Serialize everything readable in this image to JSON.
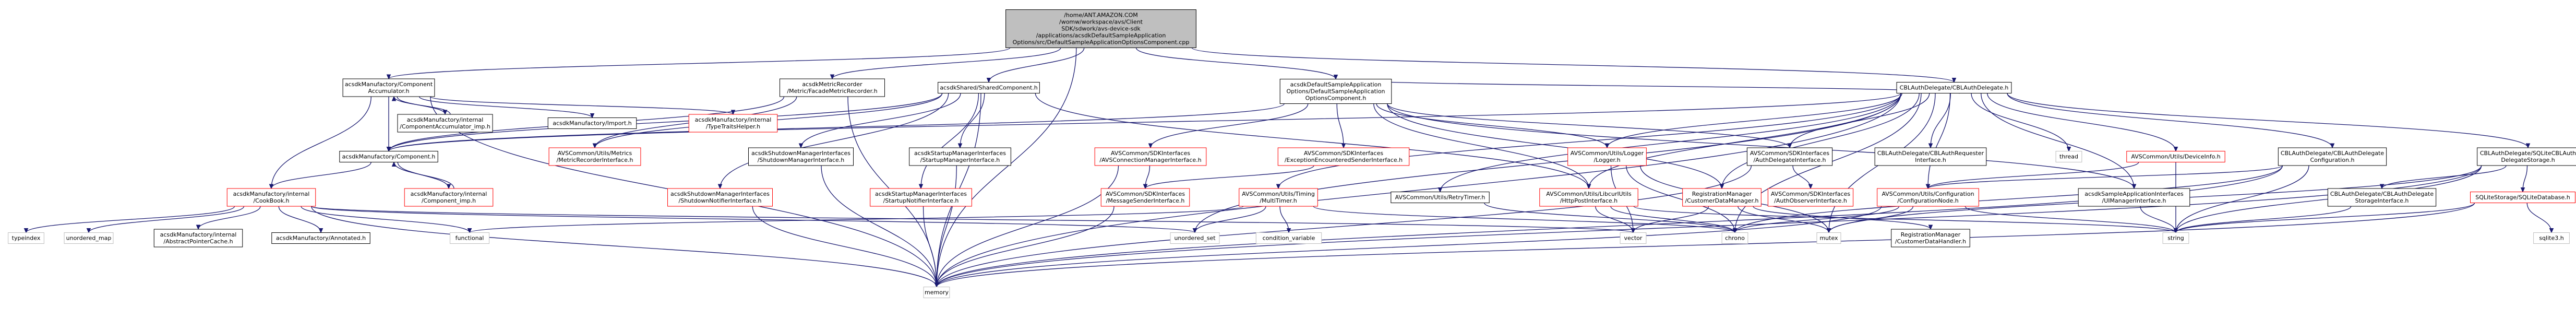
{
  "colors": {
    "node_fill": "#ffffff",
    "node_stroke": "#000000",
    "root_fill": "#bfbfbf",
    "external_fill": "#ffffff",
    "external_stroke": "#bfbfbf",
    "unresolved_stroke": "#ff0000",
    "text": "#000000",
    "edge": "#191970"
  },
  "nodes": [
    {
      "id": "root",
      "root": true,
      "lines": [
        "/home/ANT.AMAZON.COM",
        "/womw/workspace/avs/Client",
        "SDK/sdwork/avs-device-sdk",
        "/applications/acsdkDefaultSampleApplication",
        "Options/src/DefaultSampleApplicationOptionsComponent.cpp"
      ]
    },
    {
      "id": "comp_acc",
      "lines": [
        "acsdkManufactory/Component",
        "Accumulator.h"
      ]
    },
    {
      "id": "metric",
      "lines": [
        "acsdkMetricRecorder",
        "/Metric/FacadeMetricRecorder.h"
      ]
    },
    {
      "id": "shared",
      "lines": [
        "acsdkShared/SharedComponent.h"
      ]
    },
    {
      "id": "defopts",
      "lines": [
        "acsdkDefaultSampleApplication",
        "Options/DefaultSampleApplication",
        "OptionsComponent.h"
      ]
    },
    {
      "id": "cbl",
      "lines": [
        "CBLAuthDelegate/CBLAuthDelegate.h"
      ]
    },
    {
      "id": "comp_acc_imp",
      "lines": [
        "acsdkManufactory/internal",
        "/ComponentAccumulator_imp.h"
      ]
    },
    {
      "id": "import",
      "lines": [
        "acsdkManufactory/Import.h"
      ]
    },
    {
      "id": "typeindexh",
      "unresolved": true,
      "lines": [
        "acsdkManufactory/internal",
        "/TypeTraitsHelper.h"
      ]
    },
    {
      "id": "component",
      "lines": [
        "acsdkManufactory/Component.h"
      ]
    },
    {
      "id": "metrics",
      "unresolved": true,
      "lines": [
        "AVSCommon/Utils/Metrics",
        "/MetricRecorderInterface.h"
      ]
    },
    {
      "id": "shutdownmgr",
      "lines": [
        "acsdkShutdownManagerInterfaces",
        "/ShutdownManagerInterface.h"
      ]
    },
    {
      "id": "startupmgr",
      "lines": [
        "acsdkStartupManagerInterfaces",
        "/StartupManagerInterface.h"
      ]
    },
    {
      "id": "avsconn",
      "unresolved": true,
      "lines": [
        "AVSCommon/SDKInterfaces",
        "/AVSConnectionManagerInterface.h"
      ]
    },
    {
      "id": "exception",
      "unresolved": true,
      "lines": [
        "AVSCommon/SDKInterfaces",
        "/ExceptionEncounteredSenderInterface.h"
      ]
    },
    {
      "id": "logger",
      "unresolved": true,
      "lines": [
        "AVSCommon/Utils/Logger",
        "/Logger.h"
      ]
    },
    {
      "id": "authdel",
      "lines": [
        "AVSCommon/SDKInterfaces",
        "/AuthDelegateInterface.h"
      ]
    },
    {
      "id": "cblreq",
      "lines": [
        "CBLAuthDelegate/CBLAuthRequester",
        "Interface.h"
      ]
    },
    {
      "id": "thread",
      "external": true,
      "lines": [
        "thread"
      ]
    },
    {
      "id": "deviceinfo",
      "unresolved": true,
      "lines": [
        "AVSCommon/Utils/DeviceInfo.h"
      ]
    },
    {
      "id": "cblconf",
      "lines": [
        "CBLAuthDelegate/CBLAuthDelegate",
        "Configuration.h"
      ]
    },
    {
      "id": "sqlstorage",
      "lines": [
        "CBLAuthDelegate/SQLiteCBLAuth",
        "DelegateStorage.h"
      ]
    },
    {
      "id": "cookbook",
      "unresolved": true,
      "lines": [
        "acsdkManufactory/internal",
        "/CookBook.h"
      ]
    },
    {
      "id": "component_imp",
      "unresolved": true,
      "lines": [
        "acsdkManufactory/internal",
        "/Component_imp.h"
      ]
    },
    {
      "id": "shutdownnot",
      "unresolved": true,
      "lines": [
        "acsdkShutdownManagerInterfaces",
        "/ShutdownNotifierInterface.h"
      ]
    },
    {
      "id": "startupnot",
      "unresolved": true,
      "lines": [
        "acsdkStartupManagerInterfaces",
        "/StartupNotifierInterface.h"
      ]
    },
    {
      "id": "msgsender",
      "unresolved": true,
      "lines": [
        "AVSCommon/SDKInterfaces",
        "/MessageSenderInterface.h"
      ]
    },
    {
      "id": "multitimer",
      "unresolved": true,
      "lines": [
        "AVSCommon/Utils/Timing",
        "/MultiTimer.h"
      ]
    },
    {
      "id": "retry",
      "lines": [
        "AVSCommon/Utils/RetryTimer.h"
      ]
    },
    {
      "id": "httppost",
      "unresolved": true,
      "lines": [
        "AVSCommon/Utils/LibcurlUtils",
        "/HttpPostInterface.h"
      ]
    },
    {
      "id": "regmgr",
      "unresolved": true,
      "lines": [
        "RegistrationManager",
        "/CustomerDataManager.h"
      ]
    },
    {
      "id": "authobs",
      "unresolved": true,
      "lines": [
        "AVSCommon/SDKInterfaces",
        "/AuthObserverInterface.h"
      ]
    },
    {
      "id": "confignode",
      "unresolved": true,
      "lines": [
        "AVSCommon/Utils/Configuration",
        "/ConfigurationNode.h"
      ]
    },
    {
      "id": "uimgr",
      "lines": [
        "acsdkSampleApplicationInterfaces",
        "/UIManagerInterface.h"
      ]
    },
    {
      "id": "cblstorage",
      "lines": [
        "CBLAuthDelegate/CBLAuthDelegate",
        "StorageInterface.h"
      ]
    },
    {
      "id": "sqlitedb",
      "unresolved": true,
      "lines": [
        "SQLiteStorage/SQLiteDatabase.h"
      ]
    },
    {
      "id": "typeindex",
      "external": true,
      "lines": [
        "typeindex"
      ]
    },
    {
      "id": "unordered_map",
      "external": true,
      "lines": [
        "unordered_map"
      ]
    },
    {
      "id": "abspc",
      "lines": [
        "acsdkManufactory/internal",
        "/AbstractPointerCache.h"
      ]
    },
    {
      "id": "annotated",
      "lines": [
        "acsdkManufactory/Annotated.h"
      ]
    },
    {
      "id": "functional",
      "external": true,
      "lines": [
        "functional"
      ]
    },
    {
      "id": "unordered_set",
      "external": true,
      "lines": [
        "unordered_set"
      ]
    },
    {
      "id": "condvar",
      "external": true,
      "lines": [
        "condition_variable"
      ]
    },
    {
      "id": "vector",
      "external": true,
      "lines": [
        "vector"
      ]
    },
    {
      "id": "chrono",
      "external": true,
      "lines": [
        "chrono"
      ]
    },
    {
      "id": "mutex",
      "external": true,
      "lines": [
        "mutex"
      ]
    },
    {
      "id": "customerhandler",
      "lines": [
        "RegistrationManager",
        "/CustomerDataHandler.h"
      ]
    },
    {
      "id": "string",
      "external": true,
      "lines": [
        "string"
      ]
    },
    {
      "id": "sqlite3",
      "external": true,
      "lines": [
        "sqlite3.h"
      ]
    },
    {
      "id": "memory",
      "external": true,
      "lines": [
        "memory"
      ]
    }
  ],
  "edges": [
    [
      "root",
      "comp_acc"
    ],
    [
      "root",
      "metric"
    ],
    [
      "root",
      "shared"
    ],
    [
      "root",
      "defopts"
    ],
    [
      "root",
      "cbl"
    ],
    [
      "root",
      "memory"
    ],
    [
      "comp_acc",
      "comp_acc_imp"
    ],
    [
      "comp_acc",
      "import"
    ],
    [
      "comp_acc",
      "typeindexh"
    ],
    [
      "comp_acc",
      "component"
    ],
    [
      "comp_acc",
      "cookbook"
    ],
    [
      "comp_acc",
      "memory"
    ],
    [
      "comp_acc_imp",
      "comp_acc"
    ],
    [
      "metric",
      "component"
    ],
    [
      "metric",
      "metrics"
    ],
    [
      "metric",
      "memory"
    ],
    [
      "shared",
      "component"
    ],
    [
      "shared",
      "metrics"
    ],
    [
      "shared",
      "shutdownmgr"
    ],
    [
      "shared",
      "startupmgr"
    ],
    [
      "shared",
      "shutdownnot"
    ],
    [
      "shared",
      "startupnot"
    ],
    [
      "shared",
      "httppost"
    ],
    [
      "shared",
      "memory"
    ],
    [
      "defopts",
      "component"
    ],
    [
      "defopts",
      "avsconn"
    ],
    [
      "defopts",
      "exception"
    ],
    [
      "defopts",
      "logger"
    ],
    [
      "defopts",
      "authdel"
    ],
    [
      "defopts",
      "httppost"
    ],
    [
      "defopts",
      "regmgr"
    ],
    [
      "defopts",
      "uimgr"
    ],
    [
      "defopts",
      "cbl"
    ],
    [
      "cbl",
      "component"
    ],
    [
      "cbl",
      "authdel"
    ],
    [
      "cbl",
      "cblreq"
    ],
    [
      "cbl",
      "thread"
    ],
    [
      "cbl",
      "deviceinfo"
    ],
    [
      "cbl",
      "cblconf"
    ],
    [
      "cbl",
      "sqlstorage"
    ],
    [
      "cbl",
      "retry"
    ],
    [
      "cbl",
      "httppost"
    ],
    [
      "cbl",
      "logger"
    ],
    [
      "cbl",
      "multitimer"
    ],
    [
      "cbl",
      "regmgr"
    ],
    [
      "cbl",
      "confignode"
    ],
    [
      "cbl",
      "uimgr"
    ],
    [
      "cbl",
      "chrono"
    ],
    [
      "cbl",
      "mutex"
    ],
    [
      "cbl",
      "unordered_set"
    ],
    [
      "cbl",
      "memory"
    ],
    [
      "component",
      "component_imp"
    ],
    [
      "component",
      "cookbook"
    ],
    [
      "component_imp",
      "component"
    ],
    [
      "cookbook",
      "typeindex"
    ],
    [
      "cookbook",
      "unordered_map"
    ],
    [
      "cookbook",
      "abspc"
    ],
    [
      "cookbook",
      "annotated"
    ],
    [
      "cookbook",
      "functional"
    ],
    [
      "cookbook",
      "unordered_set"
    ],
    [
      "cookbook",
      "vector"
    ],
    [
      "cookbook",
      "memory"
    ],
    [
      "shutdownmgr",
      "memory"
    ],
    [
      "startupmgr",
      "memory"
    ],
    [
      "shutdownnot",
      "memory"
    ],
    [
      "startupnot",
      "memory"
    ],
    [
      "avsconn",
      "msgsender"
    ],
    [
      "avsconn",
      "memory"
    ],
    [
      "exception",
      "msgsender"
    ],
    [
      "msgsender",
      "memory"
    ],
    [
      "multitimer",
      "functional"
    ],
    [
      "multitimer",
      "condvar"
    ],
    [
      "multitimer",
      "chrono"
    ],
    [
      "multitimer",
      "unordered_set"
    ],
    [
      "retry",
      "chrono"
    ],
    [
      "httppost",
      "chrono"
    ],
    [
      "httppost",
      "vector"
    ],
    [
      "httppost",
      "string"
    ],
    [
      "logger",
      "vector"
    ],
    [
      "logger",
      "chrono"
    ],
    [
      "logger",
      "mutex"
    ],
    [
      "regmgr",
      "customerhandler"
    ],
    [
      "regmgr",
      "mutex"
    ],
    [
      "regmgr",
      "vector"
    ],
    [
      "authdel",
      "authobs"
    ],
    [
      "authdel",
      "memory"
    ],
    [
      "deviceinfo",
      "confignode"
    ],
    [
      "deviceinfo",
      "string"
    ],
    [
      "cblconf",
      "confignode"
    ],
    [
      "cblconf",
      "chrono"
    ],
    [
      "cblconf",
      "string"
    ],
    [
      "cblconf",
      "memory"
    ],
    [
      "confignode",
      "chrono"
    ],
    [
      "confignode",
      "mutex"
    ],
    [
      "confignode",
      "string"
    ],
    [
      "confignode",
      "memory"
    ],
    [
      "uimgr",
      "string"
    ],
    [
      "sqlstorage",
      "cblstorage"
    ],
    [
      "sqlstorage",
      "sqlitedb"
    ],
    [
      "sqlstorage",
      "mutex"
    ],
    [
      "sqlstorage",
      "string"
    ],
    [
      "sqlstorage",
      "memory"
    ],
    [
      "cblstorage",
      "string"
    ],
    [
      "sqlitedb",
      "sqlite3"
    ],
    [
      "sqlitedb",
      "string"
    ],
    [
      "sqlitedb",
      "memory"
    ]
  ]
}
